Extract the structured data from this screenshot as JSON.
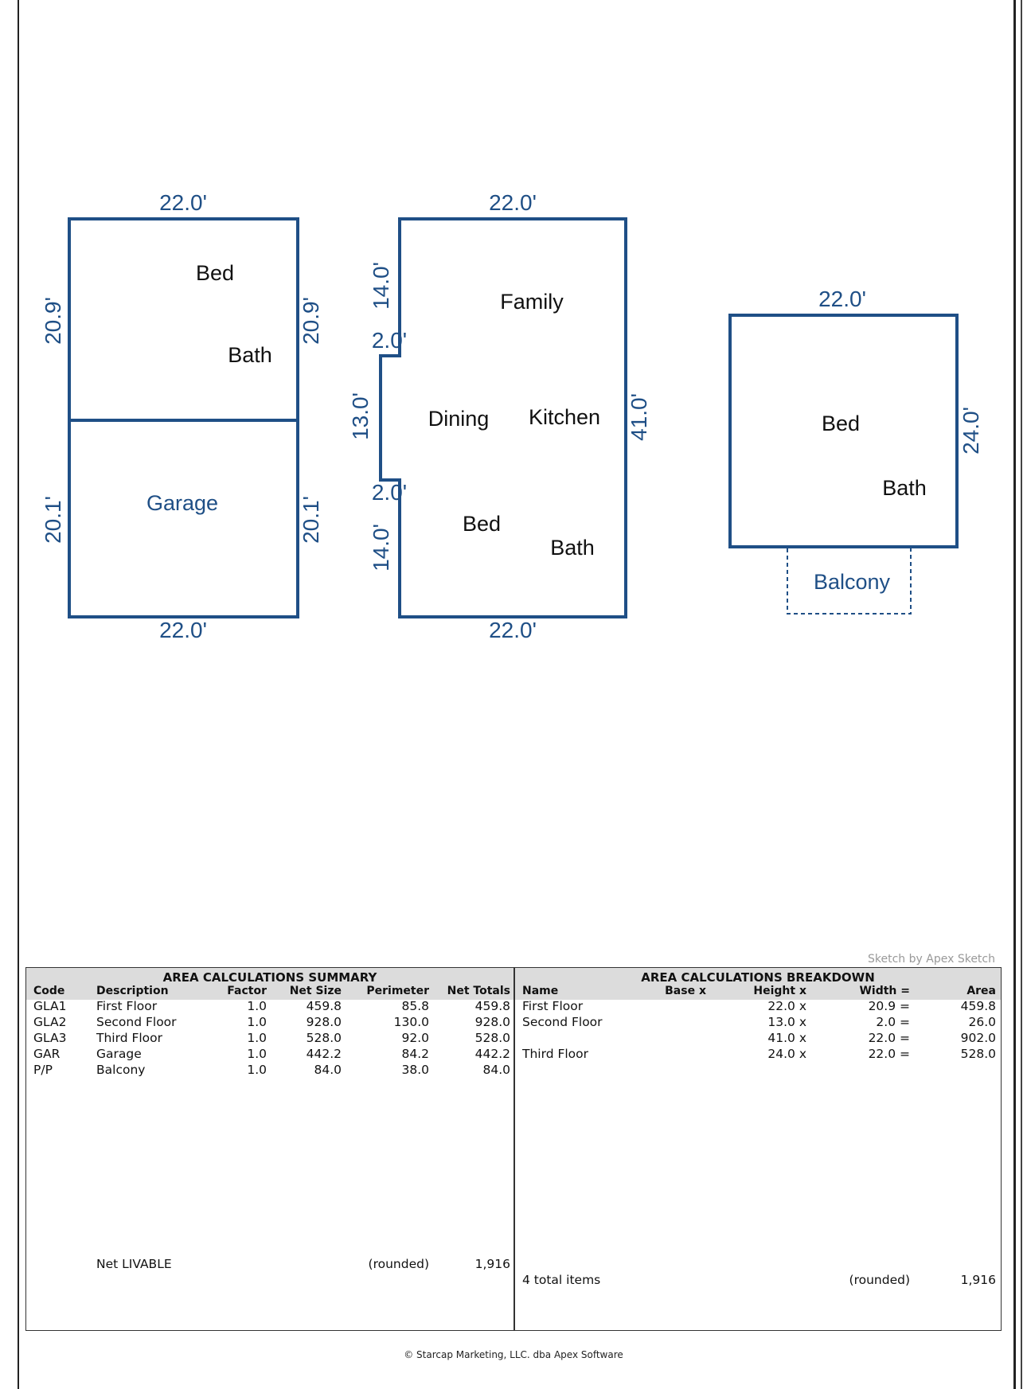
{
  "sketch": {
    "first_floor": {
      "top_dim": "22.0'",
      "bottom_dim": "22.0'",
      "left_upper_dim": "20.9'",
      "right_upper_dim": "20.9'",
      "left_lower_dim": "20.1'",
      "right_lower_dim": "20.1'",
      "rooms": [
        "Bed",
        "Bath"
      ],
      "garage_label": "Garage"
    },
    "second_floor": {
      "top_dim": "22.0'",
      "bottom_dim": "22.0'",
      "left_top_dim": "14.0'",
      "notch_top_dim": "2.0'",
      "left_mid_dim": "13.0'",
      "notch_bottom_dim": "2.0'",
      "left_bottom_dim": "14.0'",
      "right_dim": "41.0'",
      "rooms": [
        "Family",
        "Dining",
        "Kitchen",
        "Bed",
        "Bath"
      ]
    },
    "third_floor": {
      "top_dim": "22.0'",
      "right_dim": "24.0'",
      "rooms": [
        "Bed",
        "Bath"
      ],
      "balcony_label": "Balcony"
    },
    "credit": "Sketch by Apex Sketch"
  },
  "summary": {
    "title": "AREA CALCULATIONS SUMMARY",
    "headers": [
      "Code",
      "Description",
      "Factor",
      "Net Size",
      "Perimeter",
      "Net Totals"
    ],
    "rows": [
      [
        "GLA1",
        "First Floor",
        "1.0",
        "459.8",
        "85.8",
        "459.8"
      ],
      [
        "GLA2",
        "Second Floor",
        "1.0",
        "928.0",
        "130.0",
        "928.0"
      ],
      [
        "GLA3",
        "Third Floor",
        "1.0",
        "528.0",
        "92.0",
        "528.0"
      ],
      [
        "GAR",
        "Garage",
        "1.0",
        "442.2",
        "84.2",
        "442.2"
      ],
      [
        "P/P",
        "Balcony",
        "1.0",
        "84.0",
        "38.0",
        "84.0"
      ]
    ],
    "net_label": "Net LIVABLE",
    "rounded_label": "(rounded)",
    "net_total": "1,916"
  },
  "breakdown": {
    "title": "AREA CALCULATIONS BREAKDOWN",
    "headers": [
      "Name",
      "Base  x",
      "Height  x",
      "Width  =",
      "Area"
    ],
    "rows": [
      [
        "First Floor",
        "",
        "22.0  x",
        "20.9  =",
        "459.8"
      ],
      [
        "Second Floor",
        "",
        "13.0  x",
        "2.0  =",
        "26.0"
      ],
      [
        "",
        "",
        "41.0  x",
        "22.0  =",
        "902.0"
      ],
      [
        "Third Floor",
        "",
        "24.0  x",
        "22.0  =",
        "528.0"
      ]
    ],
    "total_items": "4 total items",
    "rounded_label": "(rounded)",
    "total": "1,916"
  },
  "footer": "© Starcap Marketing, LLC. dba Apex Software",
  "colors": {
    "accent": "#1f4f86",
    "header_bg": "#dcdcdc"
  }
}
